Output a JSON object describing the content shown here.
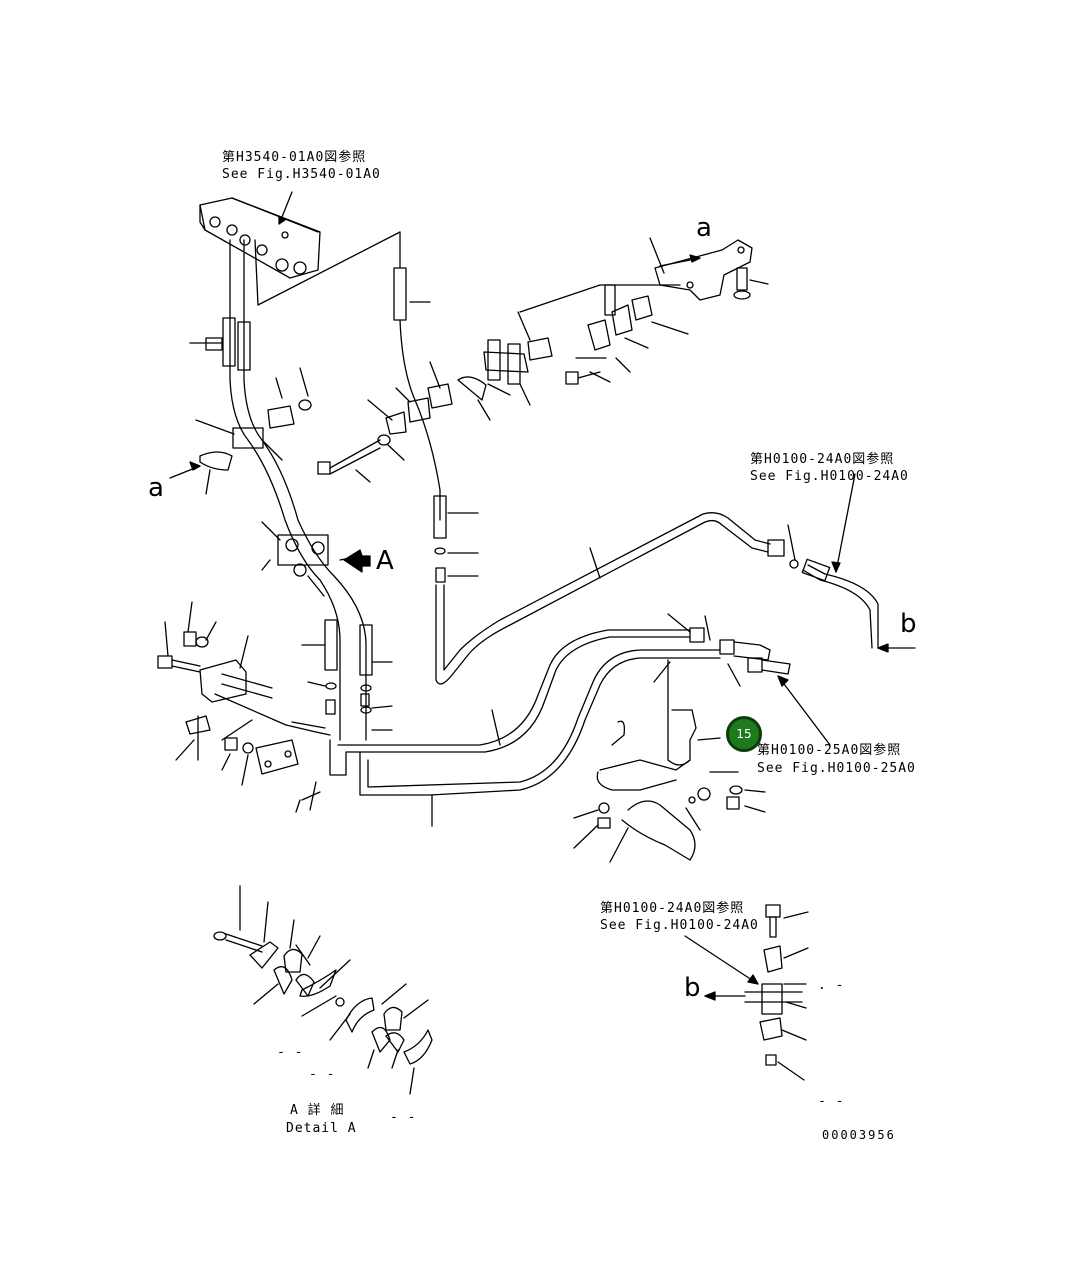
{
  "references": {
    "h3540": {
      "jp": "第H3540-01A0図参照",
      "en": "See Fig.H3540-01A0"
    },
    "h0100_24_right": {
      "jp": "第H0100-24A0図参照",
      "en": "See Fig.H0100-24A0"
    },
    "h0100_25": {
      "jp": "第H0100-25A0図参照",
      "en": "See Fig.H0100-25A0"
    },
    "h0100_24_bottom": {
      "jp": "第H0100-24A0図参照",
      "en": "See Fig.H0100-24A0"
    }
  },
  "view_markers": {
    "a_top": "a",
    "a_left": "a",
    "A_arrow": "A",
    "b_right": "b",
    "b_bottom": "b"
  },
  "detail": {
    "jp": "A 詳 細",
    "en": "Detail A"
  },
  "callout_badge": {
    "number": "15",
    "color": "#1e7a1e"
  },
  "figure_id": "00003956",
  "dashes": {
    "d1": "- -",
    "d2": "- -",
    "d3": "- -",
    "d4": "- -",
    "d5": ". -"
  }
}
